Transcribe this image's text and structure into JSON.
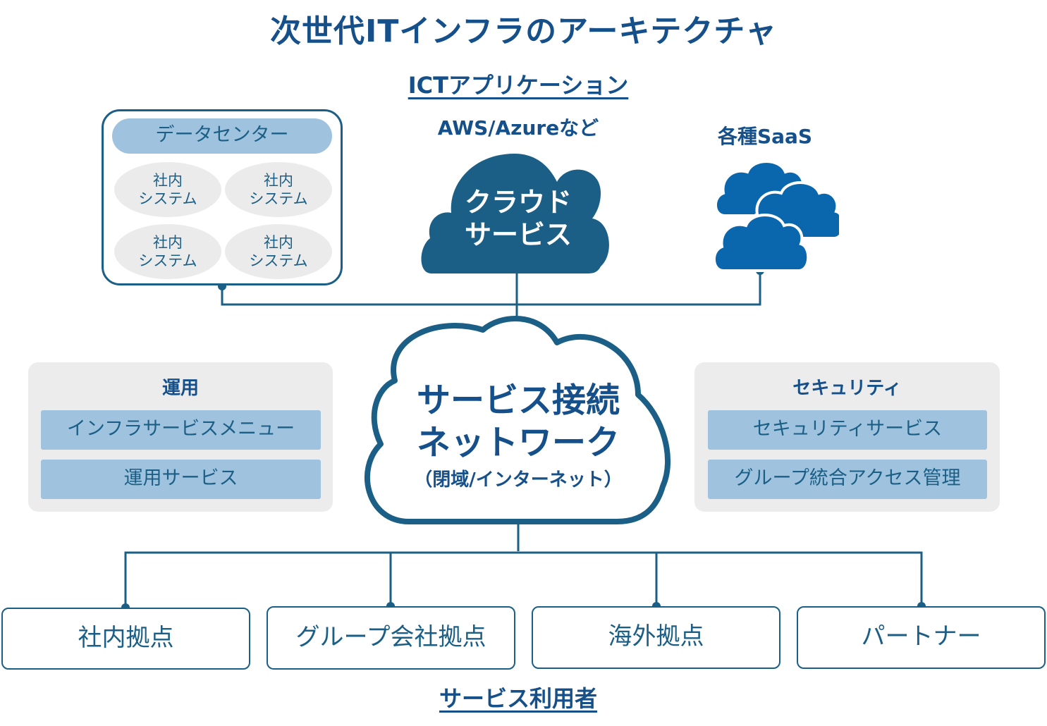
{
  "title": "次世代ITインフラのアーキテクチャ",
  "apps": {
    "heading": "ICTアプリケーション",
    "datacenter": {
      "label": "データセンター",
      "systems": [
        {
          "line1": "社内",
          "line2": "システム"
        },
        {
          "line1": "社内",
          "line2": "システム"
        },
        {
          "line1": "社内",
          "line2": "システム"
        },
        {
          "line1": "社内",
          "line2": "システム"
        }
      ]
    },
    "cloud": {
      "caption": "AWS/Azureなど",
      "line1": "クラウド",
      "line2": "サービス"
    },
    "saas": {
      "caption": "各種SaaS"
    }
  },
  "network": {
    "line1": "サービス接続",
    "line2": "ネットワーク",
    "line3": "（閉域/インターネット）"
  },
  "operations": {
    "title": "運用",
    "items": [
      "インフラサービスメニュー",
      "運用サービス"
    ]
  },
  "security": {
    "title": "セキュリティ",
    "items": [
      "セキュリティサービス",
      "グループ統合アクセス管理"
    ]
  },
  "users": {
    "heading": "サービス利用者",
    "sites": [
      "社内拠点",
      "グループ会社拠点",
      "海外拠点",
      "パートナー"
    ]
  },
  "colors": {
    "primary": "#15508a",
    "cloud_dark": "#1b5f86",
    "saas_blue": "#0b67ad",
    "light_blue": "#9fc3de",
    "panel_gray": "#ececec"
  }
}
